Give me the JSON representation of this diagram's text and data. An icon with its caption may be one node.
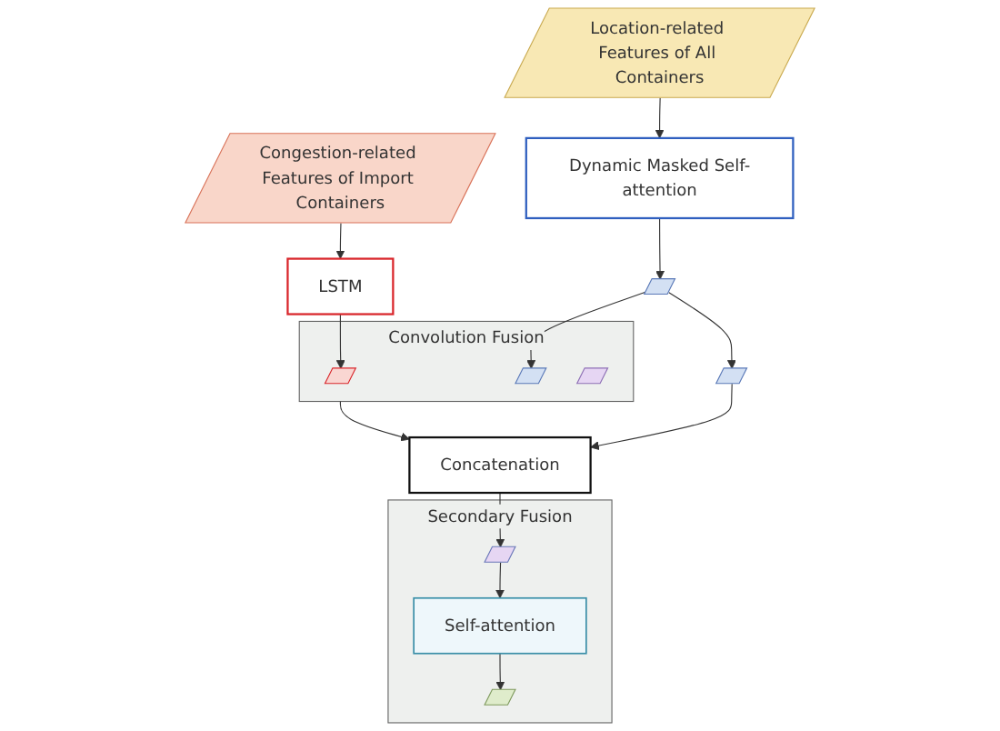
{
  "diagram": {
    "nodes": [
      {
        "text": [
          "Location-related Features of All Containers"
        ]
      },
      {
        "text": [
          "Congestion-related Features of Import Containers"
        ]
      },
      {
        "text": [
          "LSTM"
        ]
      },
      {
        "text": [
          "Dynamic Masked Self-attention"
        ]
      },
      {
        "text": [
          "Convolution Fusion"
        ]
      },
      {
        "text": [],
        "shape": "parallelogram",
        "in": 4
      },
      {
        "text": [],
        "shape": "parallelogram",
        "in": 4
      },
      {
        "text": [],
        "shape": "parallelogram",
        "in": 4
      },
      {
        "text": [],
        "shape": "parallelogram"
      },
      {
        "text": [],
        "shape": "parallelogram"
      },
      {
        "text": [
          "Concatenation"
        ]
      },
      {
        "text": [
          "Secondary Fusion"
        ]
      },
      {
        "text": [],
        "shape": "parallelogram",
        "in": 11
      },
      {
        "text": [
          "Self-attention"
        ],
        "in": 11
      },
      {
        "text": [],
        "shape": "parallelogram",
        "in": 11
      }
    ],
    "edges": [
      {
        "from": 0,
        "to": 3,
        "arrow": "to"
      },
      {
        "from": 3,
        "to": 8,
        "arrow": "to"
      },
      {
        "from": 8,
        "to": 6,
        "arrow": "to"
      },
      {
        "from": 8,
        "to": 9,
        "arrow": "to"
      },
      {
        "from": 1,
        "to": 2,
        "arrow": "to"
      },
      {
        "from": 2,
        "to": 5,
        "arrow": "to"
      },
      {
        "from": 9,
        "to": 10,
        "arrow": "to"
      },
      {
        "from": 4,
        "to": 10,
        "arrow": "to"
      },
      {
        "from": 10,
        "to": 12,
        "arrow": "to"
      },
      {
        "from": 12,
        "to": 13,
        "arrow": "to"
      },
      {
        "from": 13,
        "to": 14,
        "arrow": "to"
      }
    ]
  }
}
